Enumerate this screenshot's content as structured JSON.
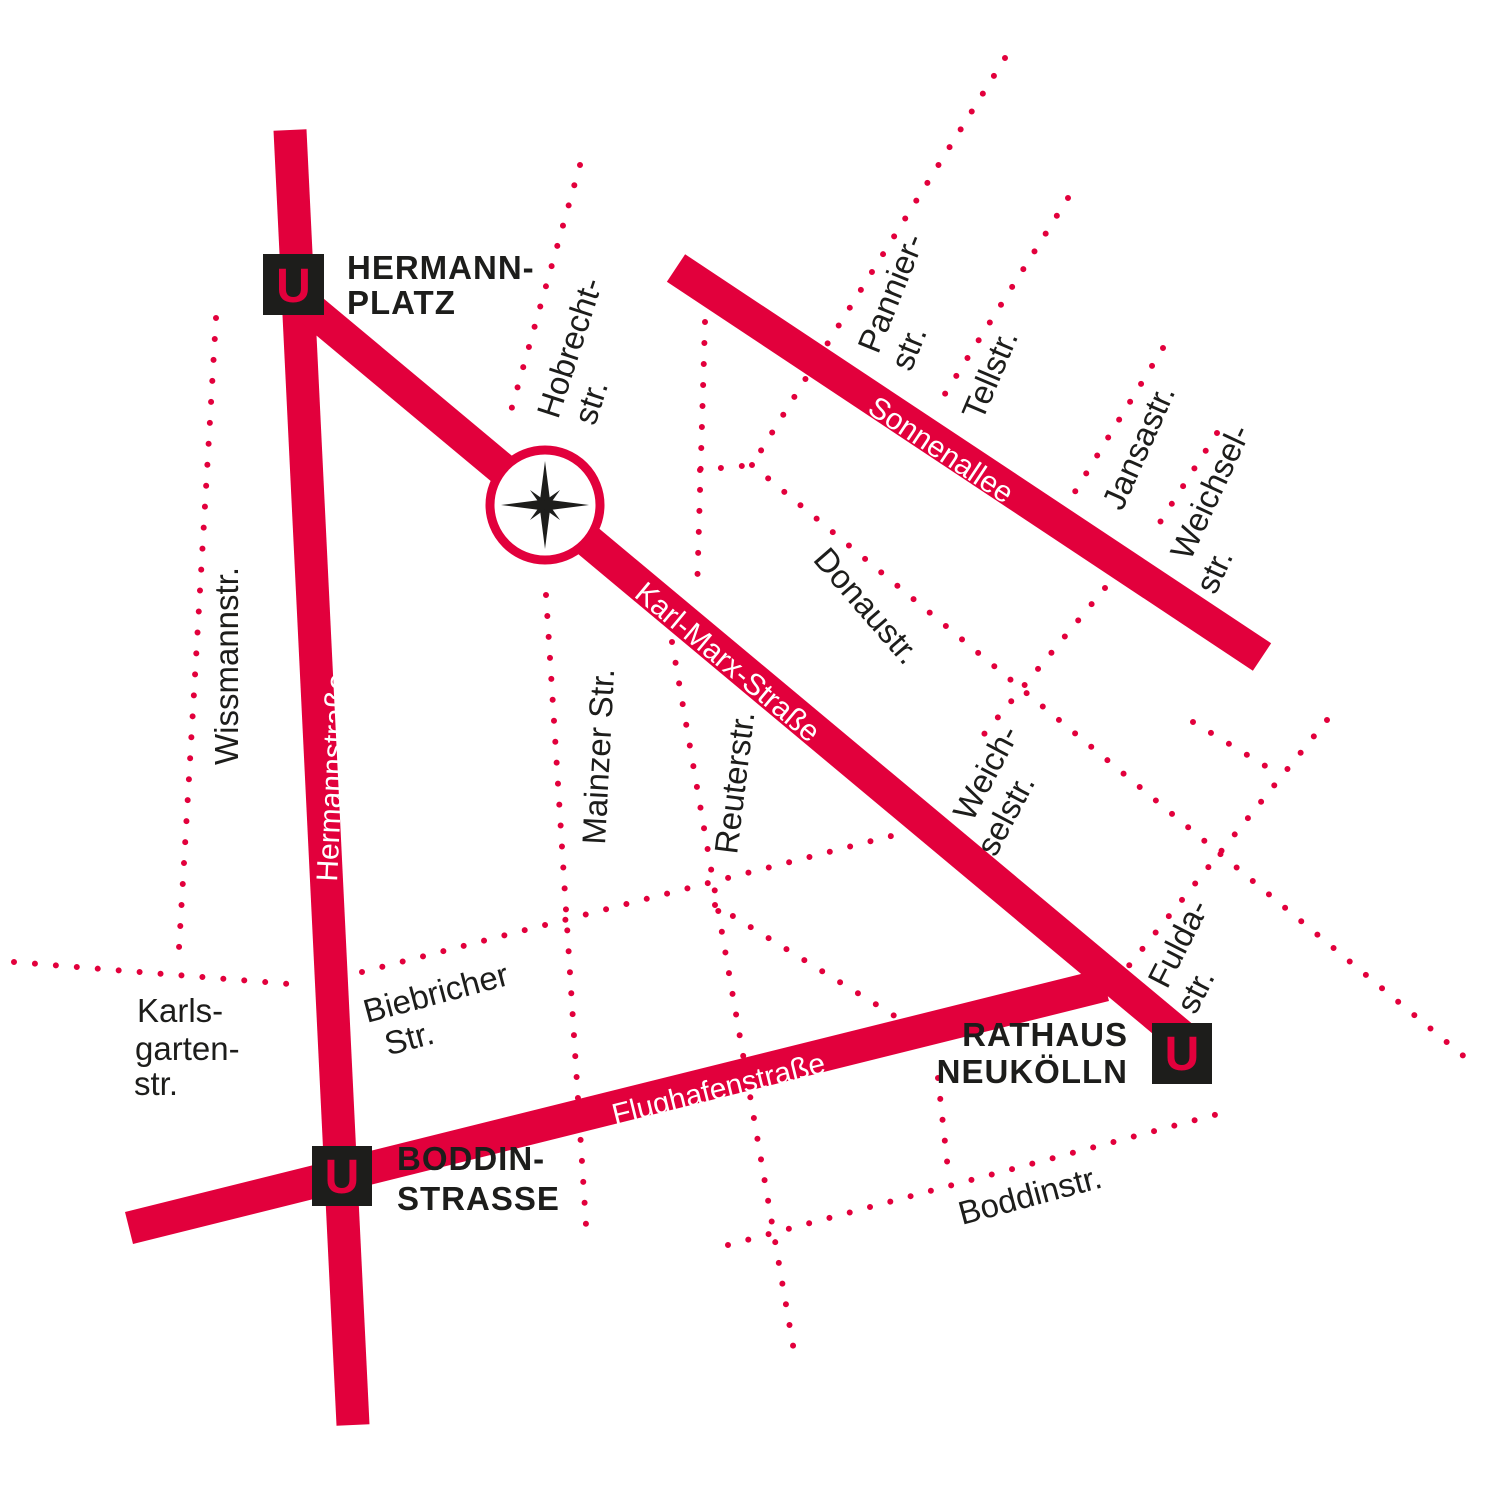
{
  "colors": {
    "road": "#e2003c",
    "station_box": "#1d1d1b",
    "text": "#1d1d1b",
    "background": "#ffffff"
  },
  "main_roads": {
    "hermannstrasse": "Hermannstraße",
    "karl_marx_strasse": "Karl-Marx-Straße",
    "sonnenallee": "Sonnenallee",
    "flughafenstrasse": "Flughafenstraße"
  },
  "side_streets": {
    "wissmannstr": "Wissmannstr.",
    "karlsgartenstr": [
      "Karls-",
      "garten-",
      "str."
    ],
    "biebricher_str": [
      "Biebricher",
      "Str."
    ],
    "mainzer_str": "Mainzer Str.",
    "reuterstr": "Reuterstr.",
    "hobrechtstr": [
      "Hobrecht-",
      "str."
    ],
    "pannierstr": [
      "Pannier-",
      "str."
    ],
    "tellstr": "Tellstr.",
    "jansastr": "Jansastr.",
    "weichselstr_top": [
      "Weichsel-",
      "str."
    ],
    "donaustr": "Donaustr.",
    "weichselstr_mid": [
      "Weich-",
      "selstr."
    ],
    "fuldastr": [
      "Fulda-",
      "str."
    ],
    "boddinstr": "Boddinstr."
  },
  "stations": {
    "hermannplatz": {
      "badge": "U",
      "lines": [
        "HERMANN-",
        "PLATZ"
      ]
    },
    "boddinstrasse": {
      "badge": "U",
      "lines": [
        "BODDIN-",
        "STRASSE"
      ]
    },
    "rathaus_neukoelln": {
      "badge": "U",
      "lines": [
        "RATHAUS",
        "NEUKÖLLN"
      ]
    }
  },
  "location_marker": {
    "icon": "compass-star-icon"
  }
}
